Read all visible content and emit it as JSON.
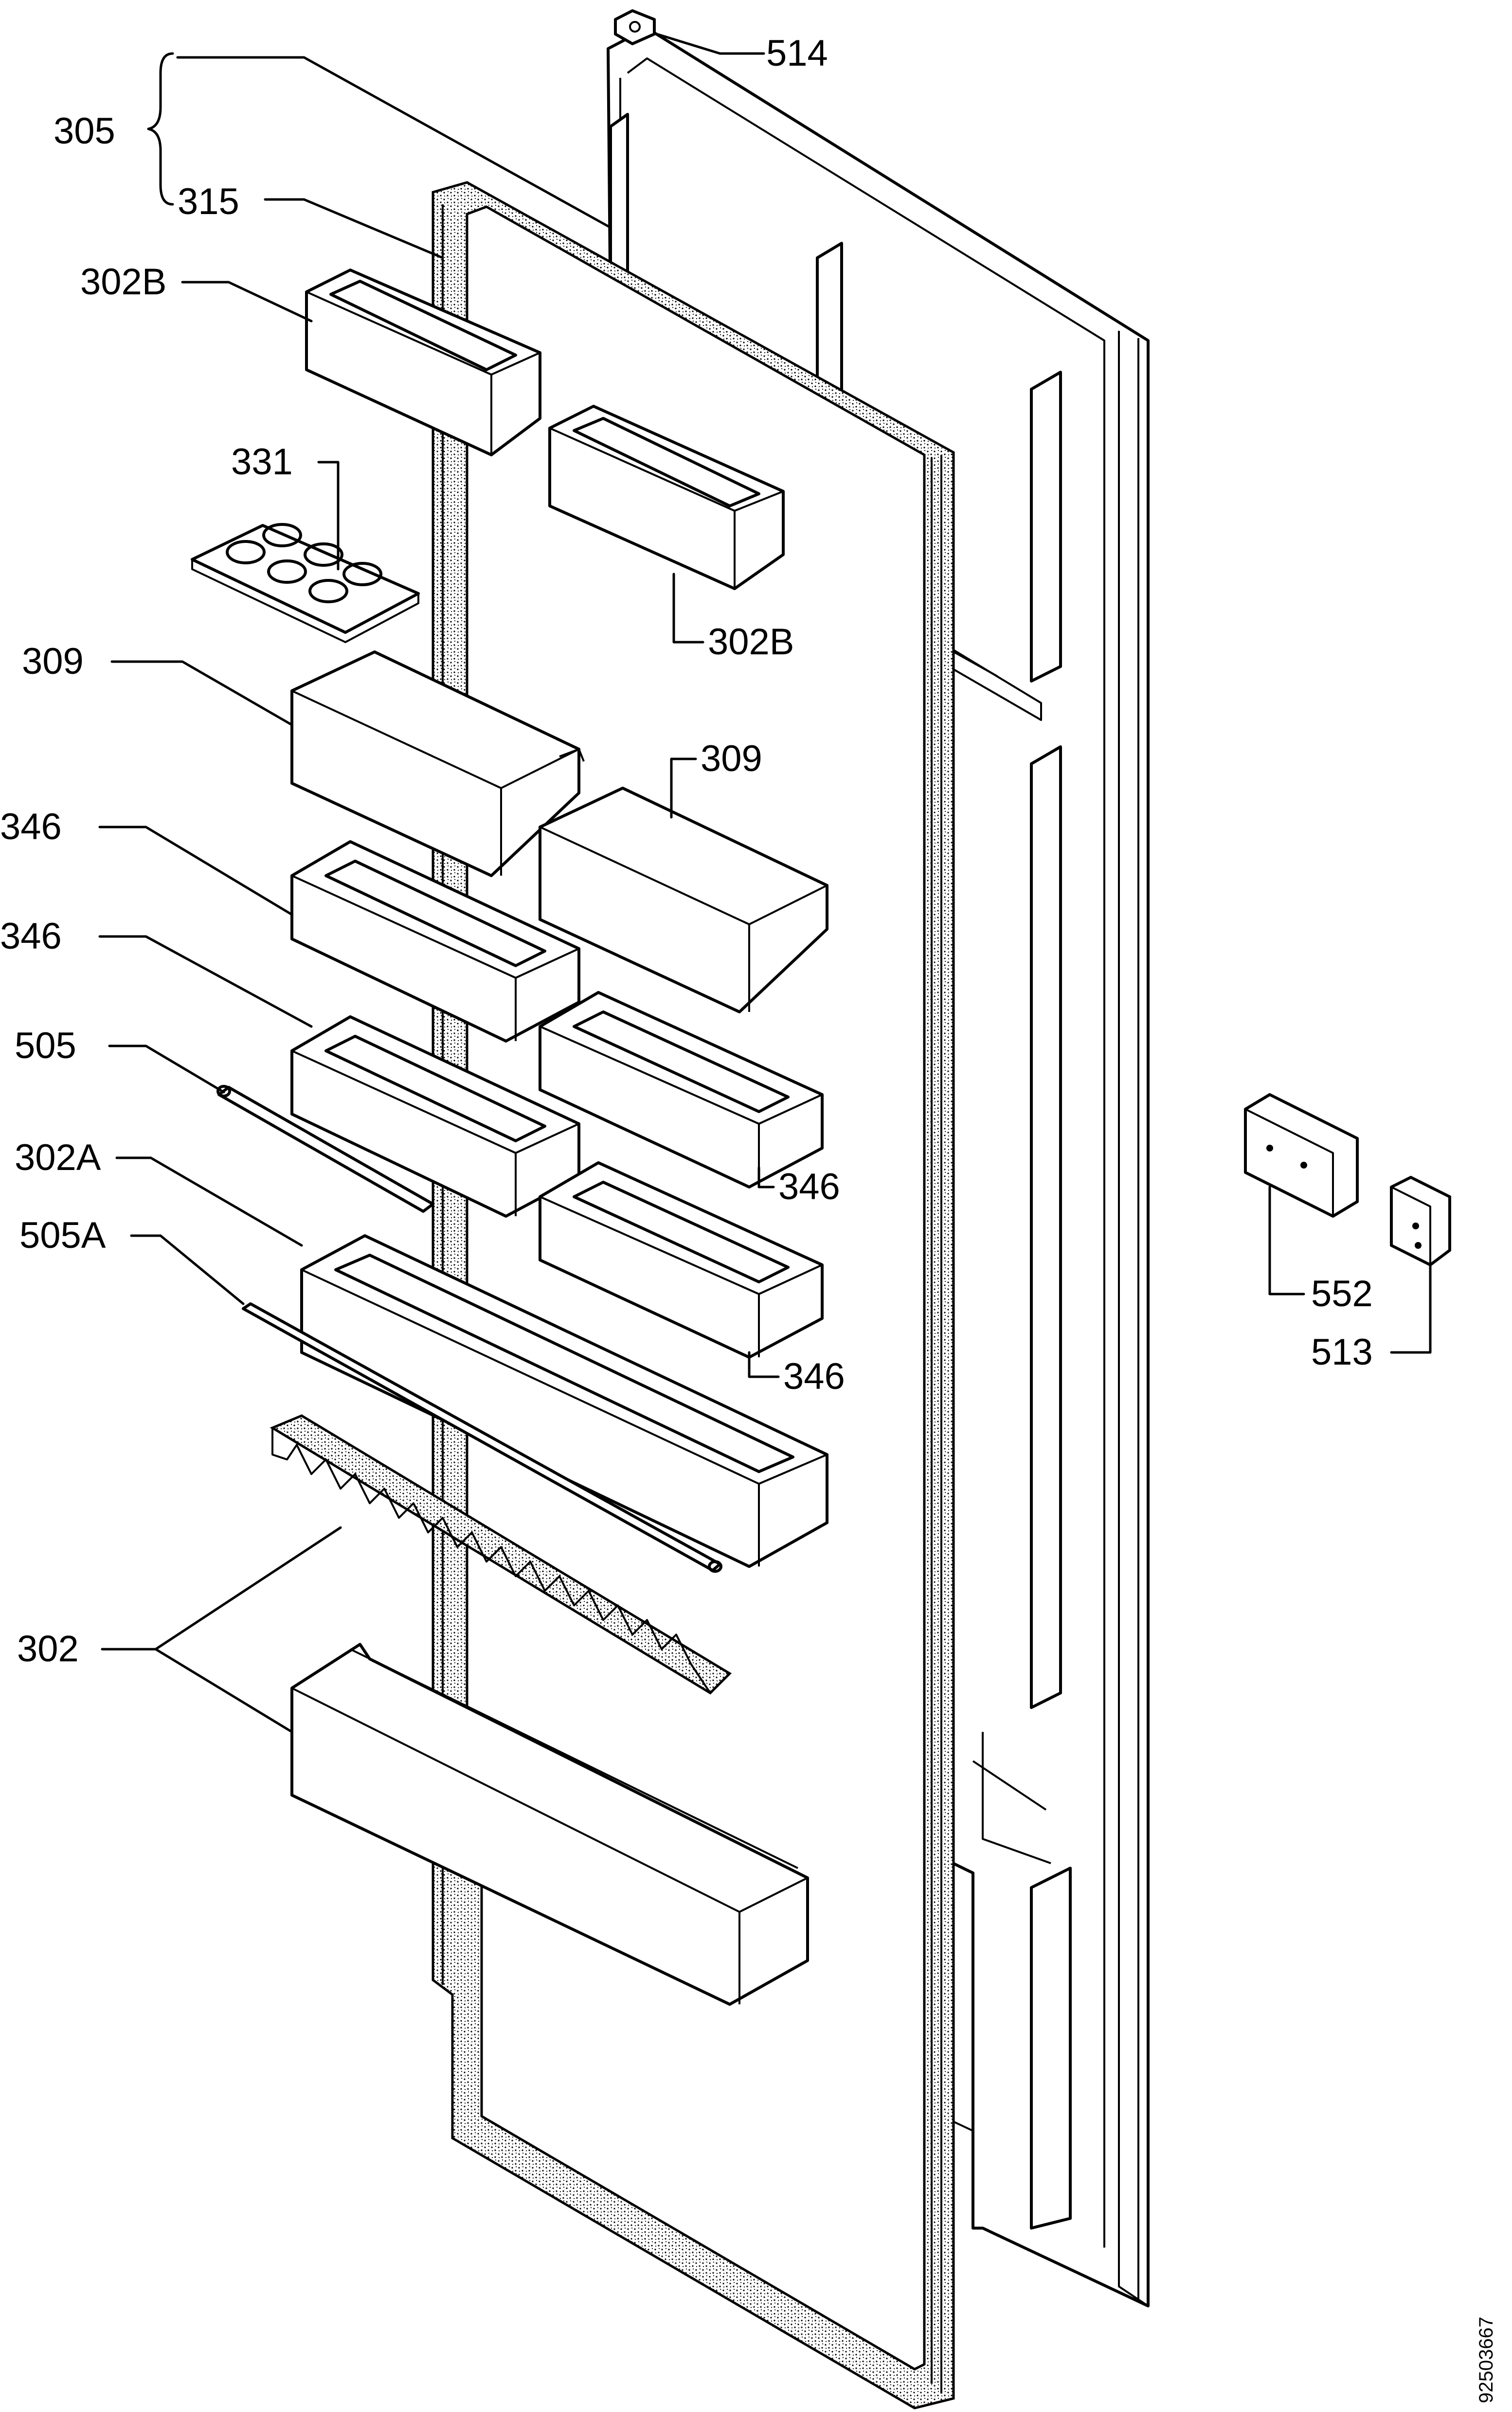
{
  "labels": {
    "l305": "305",
    "l315": "315",
    "l514": "514",
    "l302b_top": "302B",
    "l331": "331",
    "l302b_mid": "302B",
    "l309_left": "309",
    "l309_right": "309",
    "l346_a": "346",
    "l346_b": "346",
    "l505": "505",
    "l346_c": "346",
    "l302a": "302A",
    "l505a": "505A",
    "l552": "552",
    "l513": "513",
    "l346_d": "346",
    "l302": "302"
  },
  "document_id": "92503667"
}
